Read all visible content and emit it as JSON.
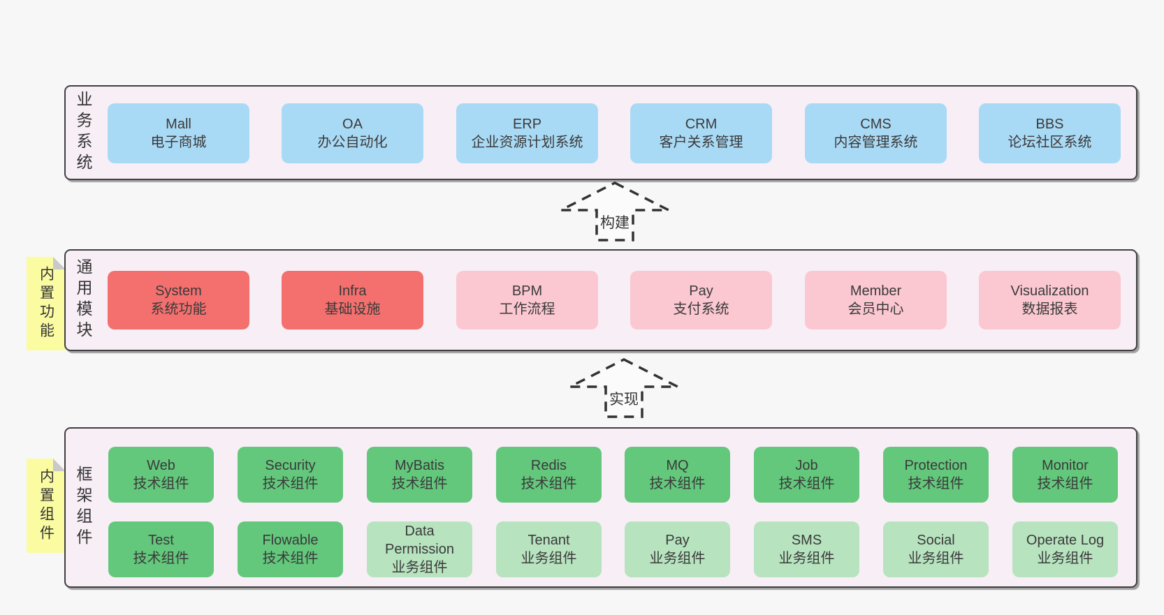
{
  "colors": {
    "page_bg": "#f7f7f7",
    "band_bg": "#f8eef6",
    "band_border": "#3f3f3f",
    "blue": "#a9daf5",
    "red": "#f3706e",
    "pink": "#fbc8d1",
    "green": "#63c77c",
    "lightgreen": "#b7e3bf",
    "sticky_yellow": "#fbfba2",
    "sticky_fold_gray": "#c9c9c9",
    "text": "#3a3a3a"
  },
  "arrows": [
    {
      "label": "构建"
    },
    {
      "label": "实现"
    }
  ],
  "bands": [
    {
      "label": "业务系统",
      "boxes": [
        {
          "name": "Mall",
          "desc": "电子商城",
          "color": "blue"
        },
        {
          "name": "OA",
          "desc": "办公自动化",
          "color": "blue"
        },
        {
          "name": "ERP",
          "desc": "企业资源计划系统",
          "color": "blue"
        },
        {
          "name": "CRM",
          "desc": "客户关系管理",
          "color": "blue"
        },
        {
          "name": "CMS",
          "desc": "内容管理系统",
          "color": "blue"
        },
        {
          "name": "BBS",
          "desc": "论坛社区系统",
          "color": "blue"
        }
      ]
    },
    {
      "label": "通用模块",
      "sticky": "内置功能",
      "boxes": [
        {
          "name": "System",
          "desc": "系统功能",
          "color": "red"
        },
        {
          "name": "Infra",
          "desc": "基础设施",
          "color": "red"
        },
        {
          "name": "BPM",
          "desc": "工作流程",
          "color": "pink"
        },
        {
          "name": "Pay",
          "desc": "支付系统",
          "color": "pink"
        },
        {
          "name": "Member",
          "desc": "会员中心",
          "color": "pink"
        },
        {
          "name": "Visualization",
          "desc": "数据报表",
          "color": "pink"
        }
      ]
    },
    {
      "label": "框架组件",
      "sticky": "内置组件",
      "rows": [
        [
          {
            "name": "Web",
            "desc": "技术组件",
            "color": "green"
          },
          {
            "name": "Security",
            "desc": "技术组件",
            "color": "green"
          },
          {
            "name": "MyBatis",
            "desc": "技术组件",
            "color": "green"
          },
          {
            "name": "Redis",
            "desc": "技术组件",
            "color": "green"
          },
          {
            "name": "MQ",
            "desc": "技术组件",
            "color": "green"
          },
          {
            "name": "Job",
            "desc": "技术组件",
            "color": "green"
          },
          {
            "name": "Protection",
            "desc": "技术组件",
            "color": "green"
          },
          {
            "name": "Monitor",
            "desc": "技术组件",
            "color": "green"
          }
        ],
        [
          {
            "name": "Test",
            "desc": "技术组件",
            "color": "green"
          },
          {
            "name": "Flowable",
            "desc": "技术组件",
            "color": "green"
          },
          {
            "name": "Data Permission",
            "desc": "业务组件",
            "color": "lightgreen"
          },
          {
            "name": "Tenant",
            "desc": "业务组件",
            "color": "lightgreen"
          },
          {
            "name": "Pay",
            "desc": "业务组件",
            "color": "lightgreen"
          },
          {
            "name": "SMS",
            "desc": "业务组件",
            "color": "lightgreen"
          },
          {
            "name": "Social",
            "desc": "业务组件",
            "color": "lightgreen"
          },
          {
            "name": "Operate Log",
            "desc": "业务组件",
            "color": "lightgreen"
          }
        ]
      ]
    }
  ]
}
